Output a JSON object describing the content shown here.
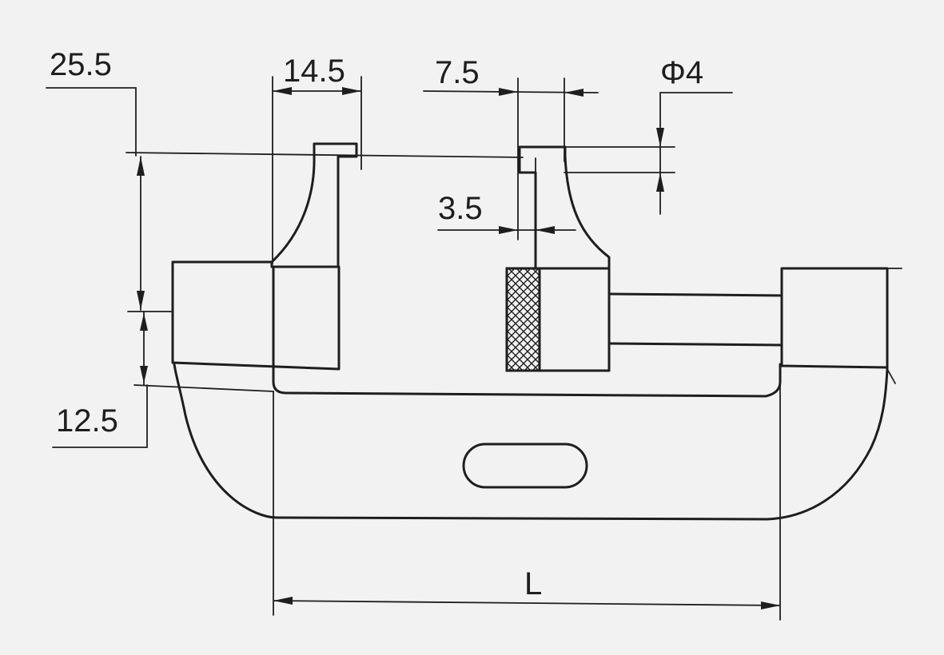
{
  "colors": {
    "paper": "#f2f2f2",
    "ink": "#1e1e1e"
  },
  "dimensions": {
    "height_upper": "25.5",
    "anvil_width": "14.5",
    "spindle_face": "7.5",
    "hole_diameter": "Φ4",
    "tip_offset": "3.5",
    "base_height": "12.5",
    "length": "L"
  },
  "hatch": {
    "pattern": "cross-hatch"
  }
}
